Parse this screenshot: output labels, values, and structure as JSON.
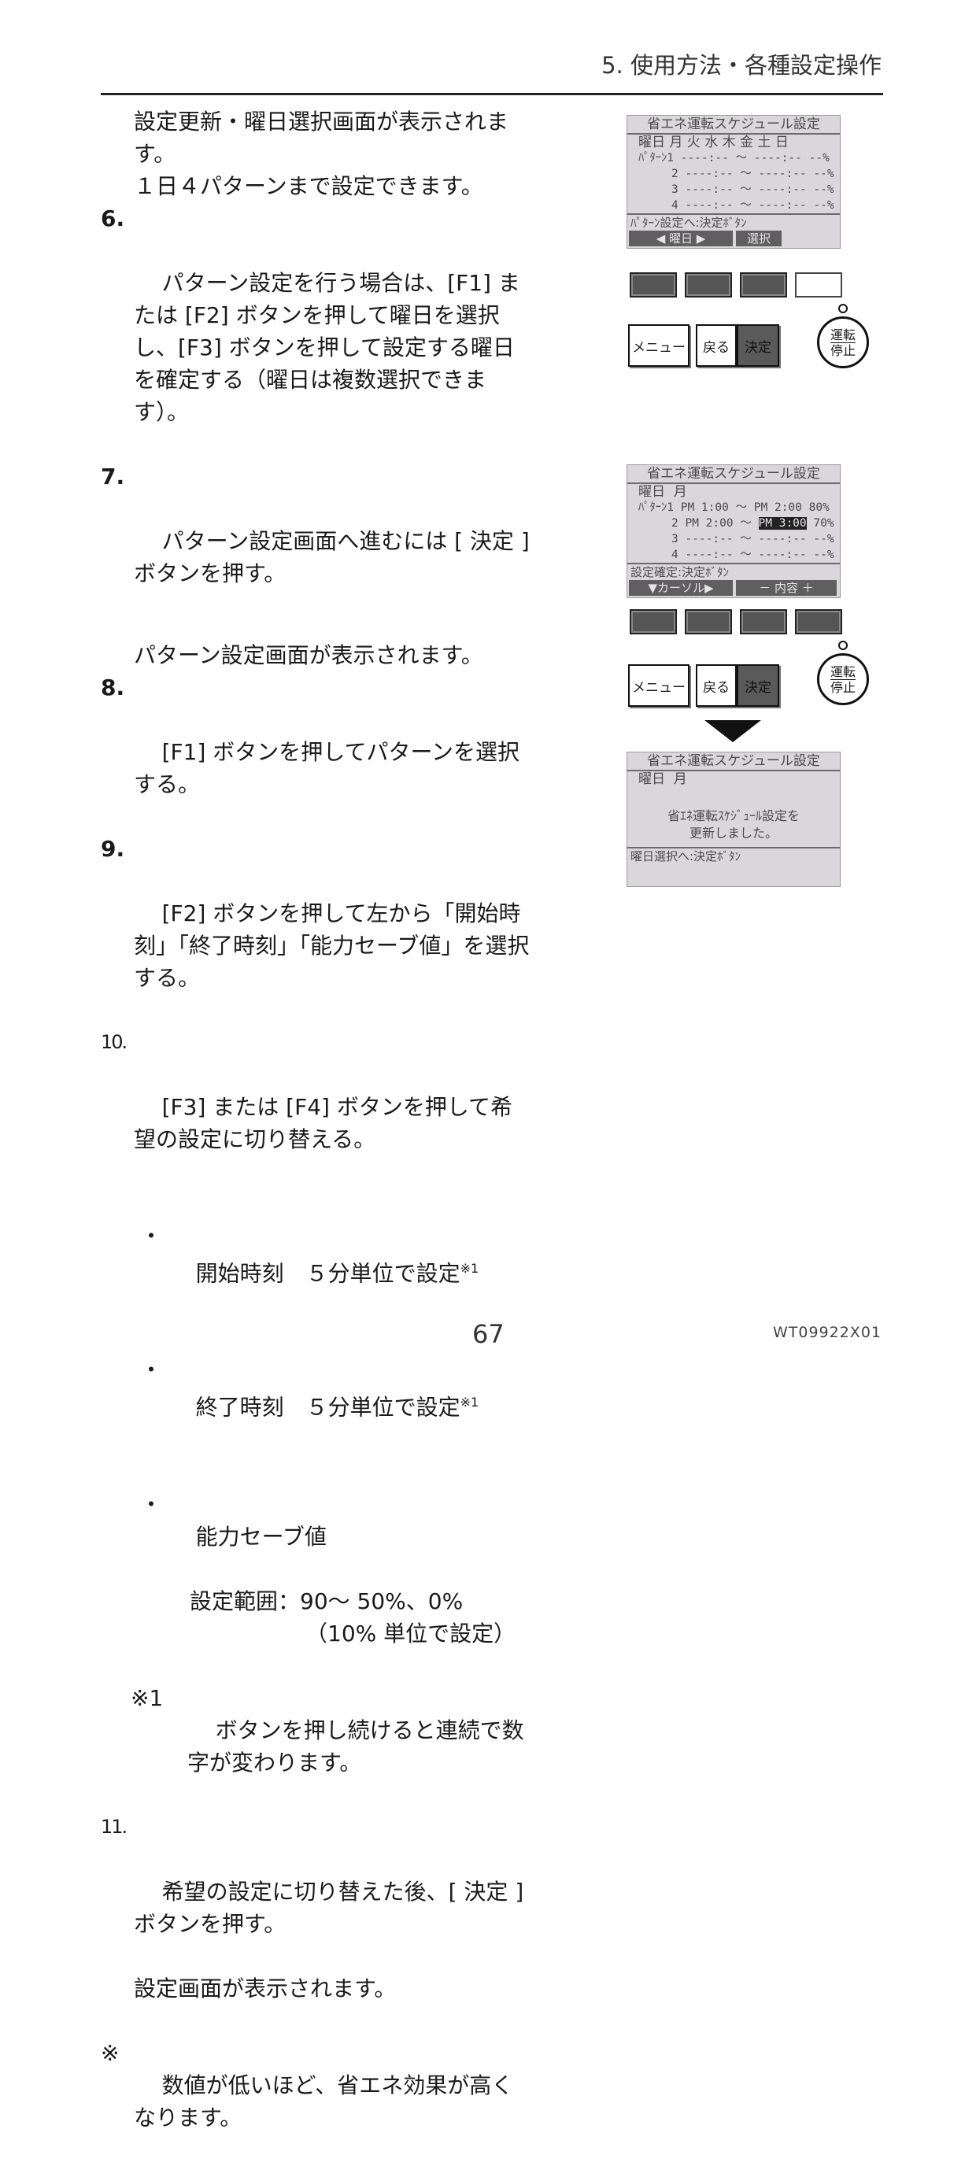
{
  "header": {
    "title": "5. 使用方法・各種設定操作"
  },
  "instructions": {
    "intro1": "設定更新・曜日選択画面が表示されます。",
    "intro2": "１日４パターンまで設定できます。",
    "step6": {
      "num": "6.",
      "text": "パターン設定を行う場合は、[F1] または [F2] ボタンを押して曜日を選択し、[F3] ボタンを押して設定する曜日を確定する（曜日は複数選択できます）。"
    },
    "step7": {
      "num": "7.",
      "text": "パターン設定画面へ進むには [ 決定 ] ボタンを押す。"
    },
    "after7": "パターン設定画面が表示されます。",
    "step8": {
      "num": "8.",
      "text": "[F1] ボタンを押してパターンを選択する。"
    },
    "step9": {
      "num": "9.",
      "text": "[F2] ボタンを押して左から「開始時刻」「終了時刻」「能力セーブ値」を選択する。"
    },
    "step10": {
      "num": "10.",
      "text": "[F3] または [F4] ボタンを押して希望の設定に切り替える。"
    },
    "bullets": {
      "b1": "開始時刻　５分単位で設定",
      "b2": "終了時刻　５分単位で設定",
      "b3": "能力セーブ値",
      "mark": "※1",
      "dot": "・"
    },
    "range1": "設定範囲：90～ 50%、0%",
    "range2": "（10% 単位で設定）",
    "note1": {
      "mark": "※1",
      "text": "ボタンを押し続けると連続で数字が変わります。"
    },
    "step11": {
      "num": "11.",
      "text": "希望の設定に切り替えた後、[ 決定 ] ボタンを押す。"
    },
    "after11": "設定画面が表示されます。",
    "note2": {
      "mark": "※",
      "text": "数値が低いほど、省エネ効果が高くなります。"
    }
  },
  "screen1": {
    "title": "省エネ運転スケジュール設定",
    "days_row": "曜日 月 火 水 木 金 土 日",
    "row1": "ﾊﾟﾀｰﾝ1 ----:-- ～ ----:-- --%",
    "row2": "2 ----:-- ～ ----:-- --%",
    "row3": "3 ----:-- ～ ----:-- --%",
    "row4": "4 ----:-- ～ ----:-- --%",
    "footer": "ﾊﾟﾀｰﾝ設定へ:決定ﾎﾞﾀﾝ",
    "f_left": "◀ 曜日 ▶",
    "f_right": "選択"
  },
  "screen2": {
    "title": "省エネ運転スケジュール設定",
    "days_row": "曜日  月",
    "row1": "ﾊﾟﾀｰﾝ1 PM 1:00 ～ PM 2:00 80%",
    "row2a": "2 PM 2:00 ～ ",
    "row2hl": "PM 3:00",
    "row2b": " 70%",
    "row3": "3 ----:-- ～ ----:-- --%",
    "row4": "4 ----:-- ～ ----:-- --%",
    "footer": "設定確定:決定ﾎﾞﾀﾝ",
    "f_left": "▼カーソル▶",
    "f_right": "－ 内容 ＋"
  },
  "screen3": {
    "title": "省エネ運転スケジュール設定",
    "days_row": "曜日  月",
    "msg1": "省ｴﾈ運転ｽｹｼﾞｭｰﾙ設定を",
    "msg2": "更新しました。",
    "footer": "曜日選択へ:決定ﾎﾞﾀﾝ"
  },
  "controller": {
    "menu": "メニュー",
    "back": "戻る",
    "decide": "決定",
    "power_top": "運転",
    "power_bottom": "停止"
  },
  "footer": {
    "page_number": "67",
    "doc_code": "WT09922X01"
  }
}
